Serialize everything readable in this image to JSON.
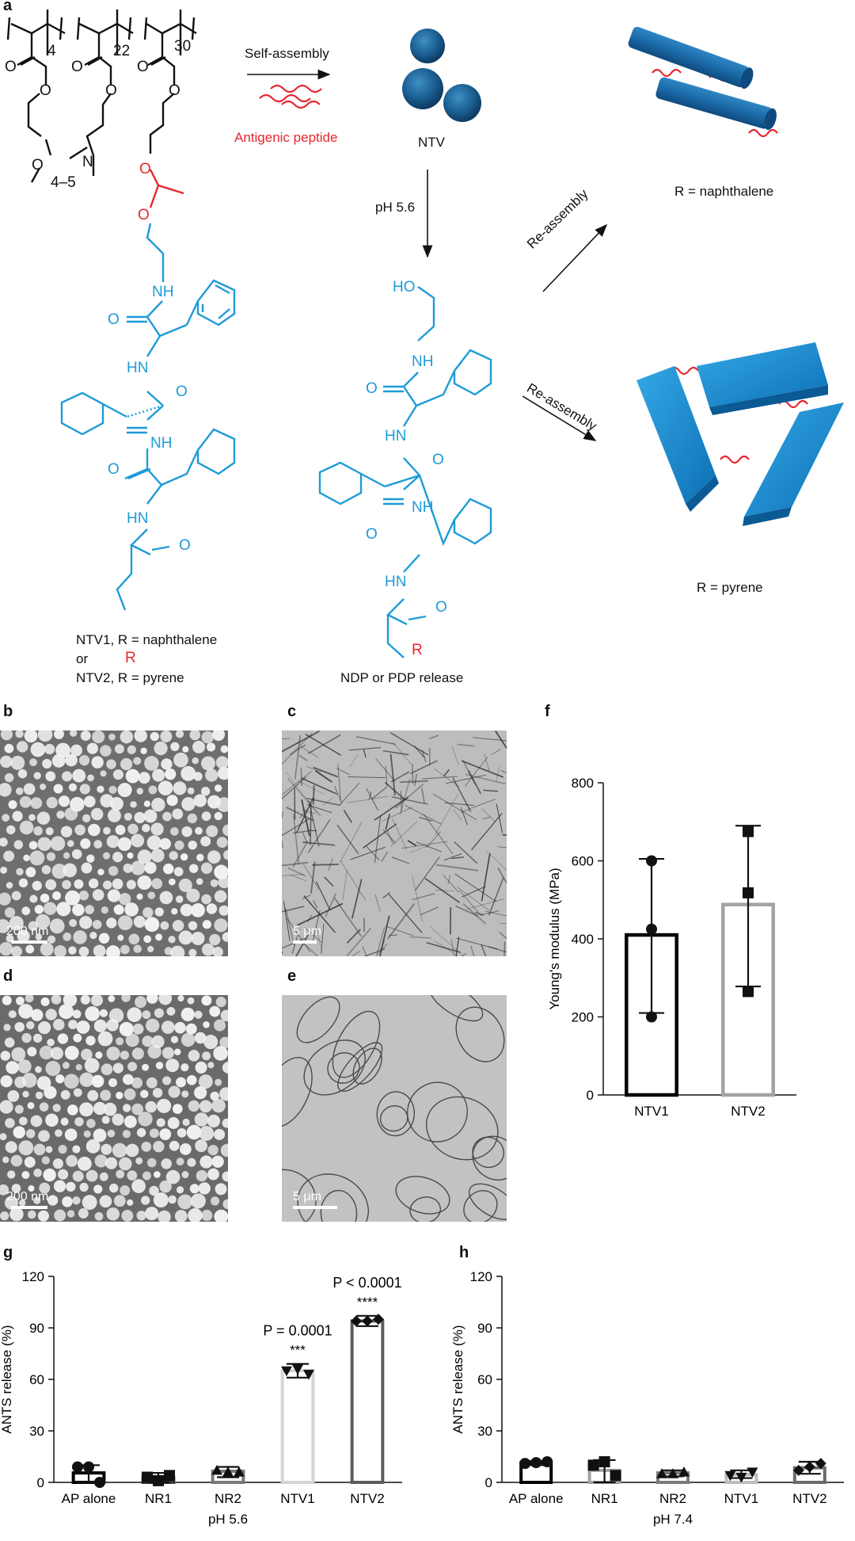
{
  "figure": {
    "panel_a": {
      "letter": "a",
      "repeat_units": [
        "4",
        "22",
        "30"
      ],
      "peg_repeat": "4–5",
      "self_assembly_label": "Self-assembly",
      "antigenic_peptide_label": "Antigenic peptide",
      "ntv_label": "NTV",
      "ph_label": "pH 5.6",
      "reassembly_label_top": "Re-assembly",
      "reassembly_label_bottom": "Re-assembly",
      "r_naphthalene_label": "R = naphthalene",
      "r_pyrene_label": "R = pyrene",
      "ntv1_caption": "NTV1, R = naphthalene",
      "or_caption": "or",
      "ntv2_caption": "NTV2, R = pyrene",
      "release_caption": "NDP or PDP release",
      "atoms": {
        "O": "O",
        "N": "N",
        "NH": "NH",
        "HN": "HN",
        "HO": "HO",
        "R": "R"
      }
    },
    "panel_b": {
      "letter": "b",
      "scale_bar": "200 nm"
    },
    "panel_c": {
      "letter": "c",
      "scale_bar": "5 μm"
    },
    "panel_d": {
      "letter": "d",
      "scale_bar": "200 nm"
    },
    "panel_e": {
      "letter": "e",
      "scale_bar": "5 μm"
    },
    "panel_f": {
      "letter": "f"
    },
    "panel_g": {
      "letter": "g",
      "annotations": [
        {
          "p_text": "P = 0.0001",
          "stars": "***"
        },
        {
          "p_text": "P < 0.0001",
          "stars": "****"
        }
      ]
    },
    "panel_h": {
      "letter": "h"
    }
  },
  "colors": {
    "blue": "#1e9bd7",
    "red": "#e8262d",
    "dark_blue": "#1a5e9a"
  },
  "chart_data": [
    {
      "id": "f",
      "type": "bar",
      "categories": [
        "NTV1",
        "NTV2"
      ],
      "values": [
        410,
        488
      ],
      "error_range": [
        [
          210,
          605
        ],
        [
          278,
          690
        ]
      ],
      "points": [
        [
          600,
          425,
          200
        ],
        [
          675,
          518,
          265
        ]
      ],
      "point_markers": [
        "circle",
        "square"
      ],
      "bar_colors": [
        "#000000",
        "#a3a3a3"
      ],
      "xlabel": "",
      "ylabel": "Young's modulus (MPa)",
      "ylim": [
        0,
        800
      ],
      "yticks": [
        0,
        200,
        400,
        600,
        800
      ],
      "grid": false
    },
    {
      "id": "g",
      "type": "bar",
      "categories": [
        "AP alone",
        "NR1",
        "NR2",
        "NTV1",
        "NTV2"
      ],
      "values": [
        5.5,
        3,
        6.5,
        65,
        94
      ],
      "error_range": [
        [
          0,
          10
        ],
        [
          0,
          5.5
        ],
        [
          3,
          9
        ],
        [
          61,
          69
        ],
        [
          91,
          97
        ]
      ],
      "points": [
        [
          9,
          9,
          0
        ],
        [
          3,
          1,
          4
        ],
        [
          7,
          6,
          6
        ],
        [
          65,
          66,
          63
        ],
        [
          94,
          94,
          95
        ]
      ],
      "point_markers": [
        "circle",
        "square",
        "triangle",
        "triangle-down",
        "diamond"
      ],
      "bar_colors": [
        "#000000",
        "#3c3c3c",
        "#7a7a7a",
        "#d4d4d4",
        "#5c5c5c"
      ],
      "xlabel": "pH 5.6",
      "ylabel": "ANTS release (%)",
      "ylim": [
        0,
        120
      ],
      "yticks": [
        0,
        30,
        60,
        90,
        120
      ],
      "grid": false
    },
    {
      "id": "h",
      "type": "bar",
      "categories": [
        "AP alone",
        "NR1",
        "NR2",
        "NTV1",
        "NTV2"
      ],
      "values": [
        11.5,
        7,
        5.5,
        4.5,
        8.5
      ],
      "error_range": [
        [
          10,
          12.5
        ],
        [
          0,
          13
        ],
        [
          3.5,
          7
        ],
        [
          2.5,
          7
        ],
        [
          5,
          12
        ]
      ],
      "points": [
        [
          11,
          11.5,
          12
        ],
        [
          10,
          12,
          4
        ],
        [
          5,
          5,
          6
        ],
        [
          4,
          3,
          6
        ],
        [
          7,
          9,
          11
        ]
      ],
      "point_markers": [
        "circle",
        "square",
        "triangle",
        "triangle-down",
        "diamond"
      ],
      "bar_colors": [
        "#000000",
        "#a3a3a3",
        "#7a7a7a",
        "#bdbdbd",
        "#6b6b6b"
      ],
      "xlabel": "pH 7.4",
      "ylabel": "ANTS release (%)",
      "ylim": [
        0,
        120
      ],
      "yticks": [
        0,
        30,
        60,
        90,
        120
      ],
      "grid": false
    }
  ]
}
